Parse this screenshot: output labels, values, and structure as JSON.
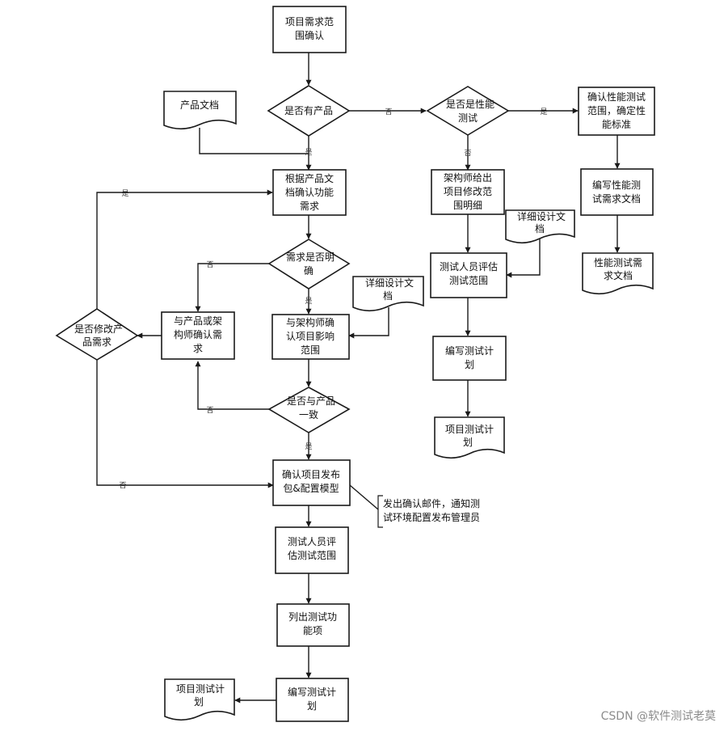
{
  "nodes": {
    "n_scope": [
      "项目需求范",
      "围确认"
    ],
    "d_has_doc": [
      "是否有产品"
    ],
    "doc_product": [
      "产品文档"
    ],
    "d_perf": [
      "是否是性能",
      "测试"
    ],
    "n_perf_scope": [
      "确认性能测试",
      "范围，确定性",
      "能标准"
    ],
    "n_func_req": [
      "根据产品文",
      "档确认功能",
      "需求"
    ],
    "n_arch_scope": [
      "架构师给出",
      "项目修改范",
      "围明细"
    ],
    "n_perf_doc": [
      "编写性能测",
      "试需求文档"
    ],
    "doc_design_r": [
      "详细设计文",
      "档"
    ],
    "d_clear": [
      "需求是否明",
      "确"
    ],
    "n_tester_r": [
      "测试人员评估",
      "测试范围"
    ],
    "doc_perf_req": [
      "性能测试需",
      "求文档"
    ],
    "doc_design_m": [
      "详细设计文",
      "档"
    ],
    "n_confirm_pm": [
      "与产品或架",
      "构师确认需",
      "求"
    ],
    "n_impact": [
      "与架构师确",
      "认项目影响",
      "范围"
    ],
    "d_modify": [
      "是否修改产",
      "品需求"
    ],
    "n_write_plan_r": [
      "编写测试计",
      "划"
    ],
    "d_consistent": [
      "是否与产品",
      "一致"
    ],
    "doc_plan_r": [
      "项目测试计",
      "划"
    ],
    "n_release": [
      "确认项目发布",
      "包&配置模型"
    ],
    "note_mail": [
      "发出确认邮件，通知测",
      "试环境配置发布管理员"
    ],
    "n_tester_m": [
      "测试人员评",
      "估测试范围"
    ],
    "n_list": [
      "列出测试功",
      "能项"
    ],
    "n_write_plan_m": [
      "编写测试计",
      "划"
    ],
    "doc_plan_m": [
      "项目测试计",
      "划"
    ]
  },
  "edges": {
    "yes": "是",
    "no": "否"
  },
  "watermark": "CSDN @软件测试老莫"
}
